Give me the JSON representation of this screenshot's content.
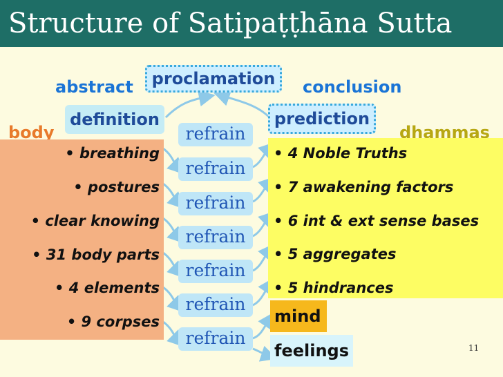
{
  "title": "Structure of Satipaṭṭhāna Sutta",
  "labels": {
    "abstract": "abstract",
    "proclamation": "proclamation",
    "conclusion": "conclusion",
    "definition": "definition",
    "prediction": "prediction",
    "body": "body",
    "dhammas": "dhammas"
  },
  "body_items": [
    "• breathing",
    "• postures",
    "• clear knowing",
    "• 31 body parts",
    "• 4 elements",
    "• 9 corpses"
  ],
  "dhamma_items": [
    "• 4 Noble Truths",
    "• 7 awakening factors",
    "• 6 int & ext sense bases",
    "• 5 aggregates",
    "• 5 hindrances"
  ],
  "refrains": [
    "refrain",
    "refrain",
    "refrain",
    "refrain",
    "refrain",
    "refrain",
    "refrain"
  ],
  "mind": "mind",
  "feelings": "feelings",
  "page_number": "11",
  "colors": {
    "title_bg": "#1e6e66",
    "body_panel": "#f4b183",
    "dhammas_panel": "#fdfd63",
    "mind_box": "#f6b81c",
    "refrain_box": "#bfe6f7",
    "arrow": "#8ec9e8"
  }
}
